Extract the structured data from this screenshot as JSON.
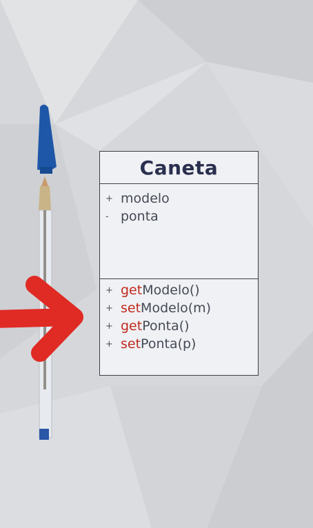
{
  "uml_class": {
    "name": "Caneta",
    "attributes": [
      {
        "visibility": "+",
        "name": "modelo"
      },
      {
        "visibility": "-",
        "name": "ponta"
      }
    ],
    "methods": [
      {
        "visibility": "+",
        "prefix": "get",
        "rest": "Modelo()"
      },
      {
        "visibility": "+",
        "prefix": "set",
        "rest": "Modelo(m)"
      },
      {
        "visibility": "+",
        "prefix": "get",
        "rest": "Ponta()"
      },
      {
        "visibility": "+",
        "prefix": "set",
        "rest": "Ponta(p)"
      }
    ]
  },
  "illustration": {
    "pen_cap_color": "#1e57a8",
    "arrow_color": "#e02a24",
    "icons": [
      "pen-illustration",
      "arrow-icon"
    ]
  }
}
